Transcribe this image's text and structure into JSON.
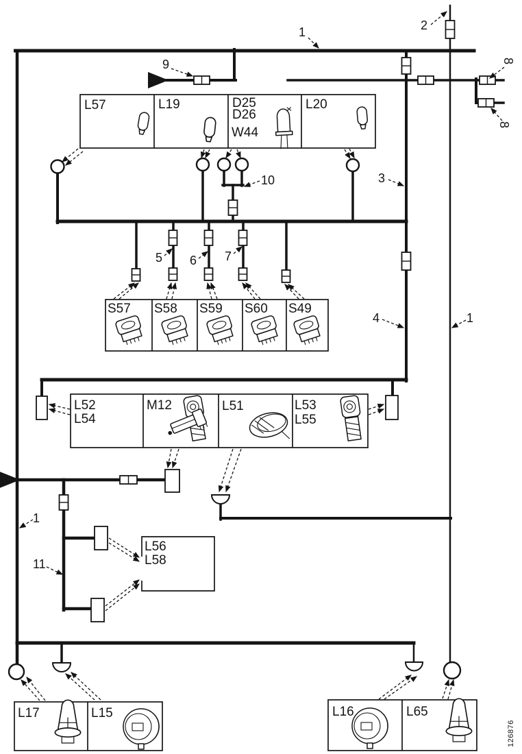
{
  "components": {
    "top_lamps": {
      "l57": "L57",
      "l19": "L19",
      "d25": "D25",
      "d26": "D26",
      "w44": "W44",
      "l20": "L20"
    },
    "switches": {
      "s57": "S57",
      "s58": "S58",
      "s59": "S59",
      "s60": "S60",
      "s49": "S49"
    },
    "mid_units": {
      "l52": "L52",
      "l54": "L54",
      "m12": "M12",
      "l51": "L51",
      "l53": "L53",
      "l55": "L55"
    },
    "detail_lamps": {
      "l56": "L56",
      "l58": "L58"
    },
    "bottom_lamps": {
      "l17": "L17",
      "l15": "L15",
      "l16": "L16",
      "l65": "L65"
    }
  },
  "wire_numbers": {
    "n1": "1",
    "n2": "2",
    "n3": "3",
    "n4": "4",
    "n5": "5",
    "n6": "6",
    "n7": "7",
    "n8": "8",
    "n9": "9",
    "n10": "10",
    "n11": "11"
  },
  "footer": {
    "part_number": "126876"
  }
}
